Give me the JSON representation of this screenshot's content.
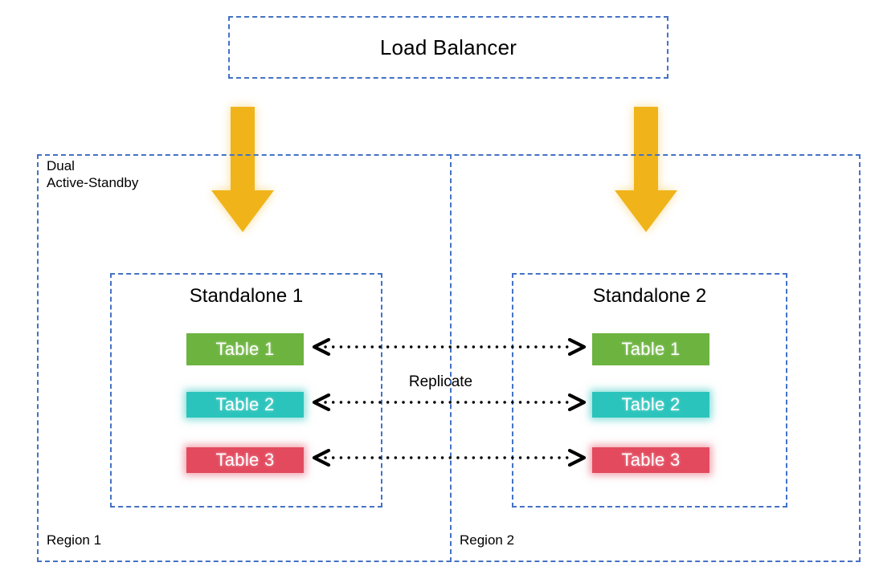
{
  "diagram": {
    "title": "Dual Active-Standby multi-region database replication topology",
    "colors": {
      "dashed_border": "#4472C4",
      "traffic_arrow": "#F0B41A",
      "table_1": "#6CB33F",
      "table_2": "#2BC4BC",
      "table_3": "#E34A5E",
      "replication_line": "#000000",
      "background": "#FFFFFF"
    }
  },
  "load_balancer": {
    "label": "Load Balancer"
  },
  "traffic_arrows": [
    {
      "name": "traffic-to-standalone-1",
      "direction": "down",
      "color": "#F0B41A"
    },
    {
      "name": "traffic-to-standalone-2",
      "direction": "down",
      "color": "#F0B41A"
    }
  ],
  "dual_region": {
    "label": "Dual\nActive-Standby",
    "regions": [
      {
        "label": "Region 1",
        "standalone": {
          "title": "Standalone 1",
          "tables": [
            {
              "label": "Table 1",
              "color": "#6CB33F",
              "glow": false
            },
            {
              "label": "Table 2",
              "color": "#2BC4BC",
              "glow": true
            },
            {
              "label": "Table 3",
              "color": "#E34A5E",
              "glow": true
            }
          ]
        }
      },
      {
        "label": "Region 2",
        "standalone": {
          "title": "Standalone 2",
          "tables": [
            {
              "label": "Table 1",
              "color": "#6CB33F",
              "glow": false
            },
            {
              "label": "Table 2",
              "color": "#2BC4BC",
              "glow": true
            },
            {
              "label": "Table 3",
              "color": "#E34A5E",
              "glow": true
            }
          ]
        }
      }
    ]
  },
  "replication": {
    "label": "Replicate",
    "style": "dotted",
    "bidirectional": true,
    "links": [
      {
        "from": "Region 1 / Table 1",
        "to": "Region 2 / Table 1"
      },
      {
        "from": "Region 1 / Table 2",
        "to": "Region 2 / Table 2"
      },
      {
        "from": "Region 1 / Table 3",
        "to": "Region 2 / Table 3"
      }
    ]
  }
}
